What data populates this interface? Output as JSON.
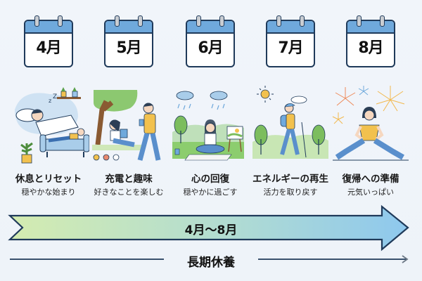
{
  "colors": {
    "calendar_header": "#6fa9dc",
    "outline": "#1f3a5a",
    "arrow_gradient_start": "#d4ecb0",
    "arrow_gradient_end": "#8ec8ee"
  },
  "phases": [
    {
      "month": "4月",
      "title": "休息とリセット",
      "subtitle": "穏やかな始まり",
      "illustration": "sleeping-and-resting-on-sofa"
    },
    {
      "month": "5月",
      "title": "充電と趣味",
      "subtitle": "好きなことを楽しむ",
      "illustration": "reading-under-tree-and-walking"
    },
    {
      "month": "6月",
      "title": "心の回復",
      "subtitle": "穏やかに過ごす",
      "illustration": "meditating-in-rain-with-painting"
    },
    {
      "month": "7月",
      "title": "エネルギーの再生",
      "subtitle": "活力を取り戻す",
      "illustration": "hiking-in-sunshine"
    },
    {
      "month": "8月",
      "title": "復帰への準備",
      "subtitle": "元気いっぱい",
      "illustration": "stretching-with-fireworks"
    }
  ],
  "timeline": {
    "range_label": "4月〜8月",
    "period_label": "長期休養"
  }
}
